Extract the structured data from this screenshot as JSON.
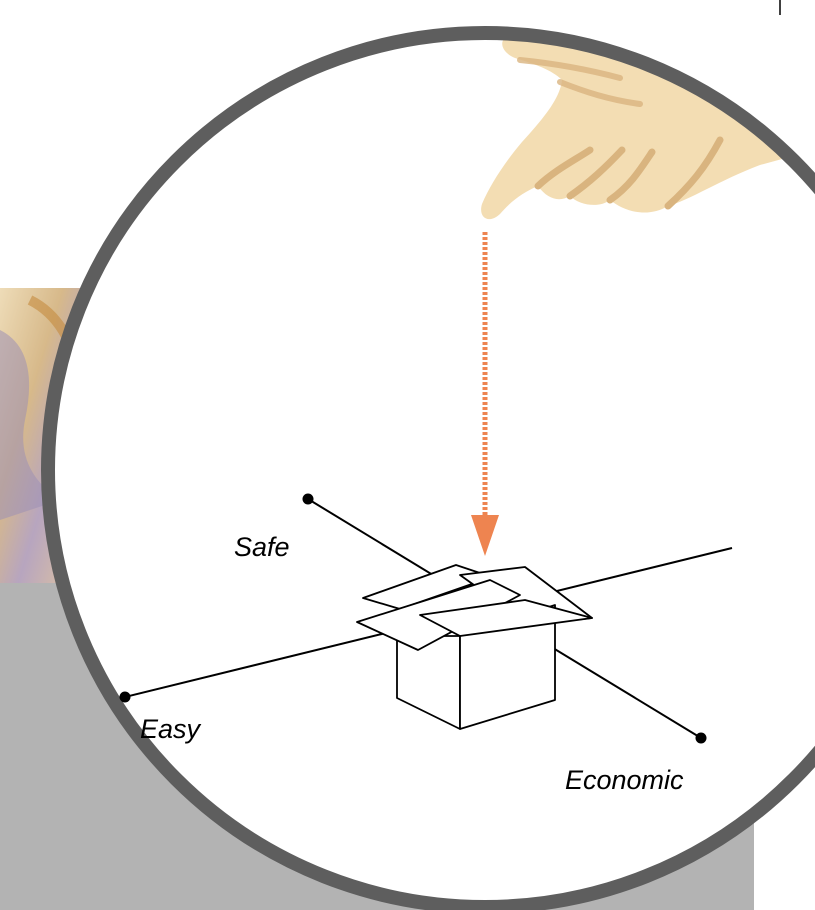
{
  "diagram": {
    "labels": {
      "safe": "Safe",
      "easy": "Easy",
      "economic": "Economic"
    },
    "colors": {
      "ring": "#5e5e5e",
      "gray_panel": "#b3b3b3",
      "arrow": "#ee8450",
      "skin": "#f3ddb3",
      "skin_shadow": "#d9b47f",
      "lines": "#000000"
    },
    "icons": {
      "pointer": "pointing-hand-icon",
      "box": "open-box-icon"
    }
  }
}
